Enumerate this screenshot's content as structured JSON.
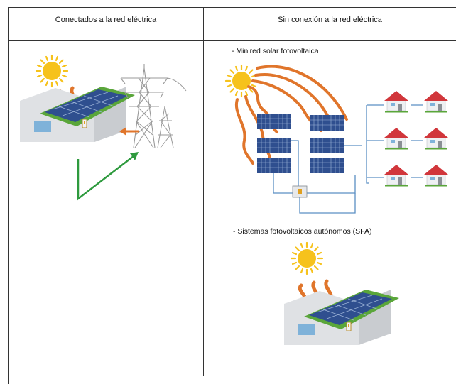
{
  "table": {
    "headers": {
      "left": "Conectados a la red eléctrica",
      "right": "Sin conexión a la red eléctrica"
    },
    "right_sections": {
      "minigrid": "- Minired solar fotovoltaica",
      "sfa": "- Sistemas fotovoltaicos autónomos (SFA)"
    }
  },
  "colors": {
    "sun": "#f6c21c",
    "heat_wave": "#e0752b",
    "roof": "#5aa63a",
    "panel": "#2f4f8f",
    "wall": "#e9eaec",
    "house_roof_red": "#d1363b",
    "grid_line": "#5b8fc4",
    "green_arrow": "#2e9a3e",
    "tower": "#9a9a9a"
  }
}
